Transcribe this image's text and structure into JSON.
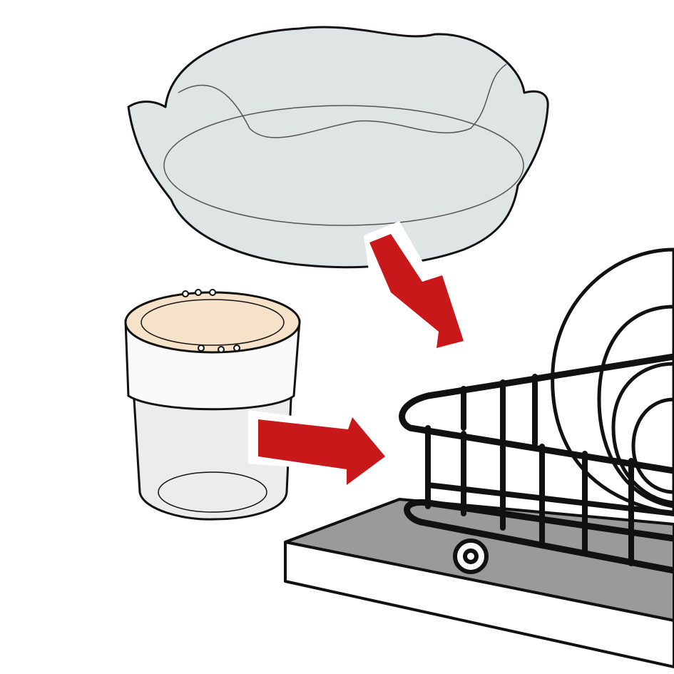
{
  "illustration": {
    "subjects": [
      "bowl-cover",
      "jar-with-lid",
      "dish-rack",
      "drying-tray"
    ],
    "arrows": [
      "arrow-cover-to-rack",
      "arrow-jar-to-rack"
    ]
  },
  "colors": {
    "background": "#ffffff",
    "outline": "#111111",
    "cover_fill": "#dfe4e4",
    "jar_fill": "#ececec",
    "lid_fill": "#f6e2c8",
    "arrow": "#c8181a",
    "tray_top": "#9a9a9a",
    "tray_side": "#ffffff"
  }
}
